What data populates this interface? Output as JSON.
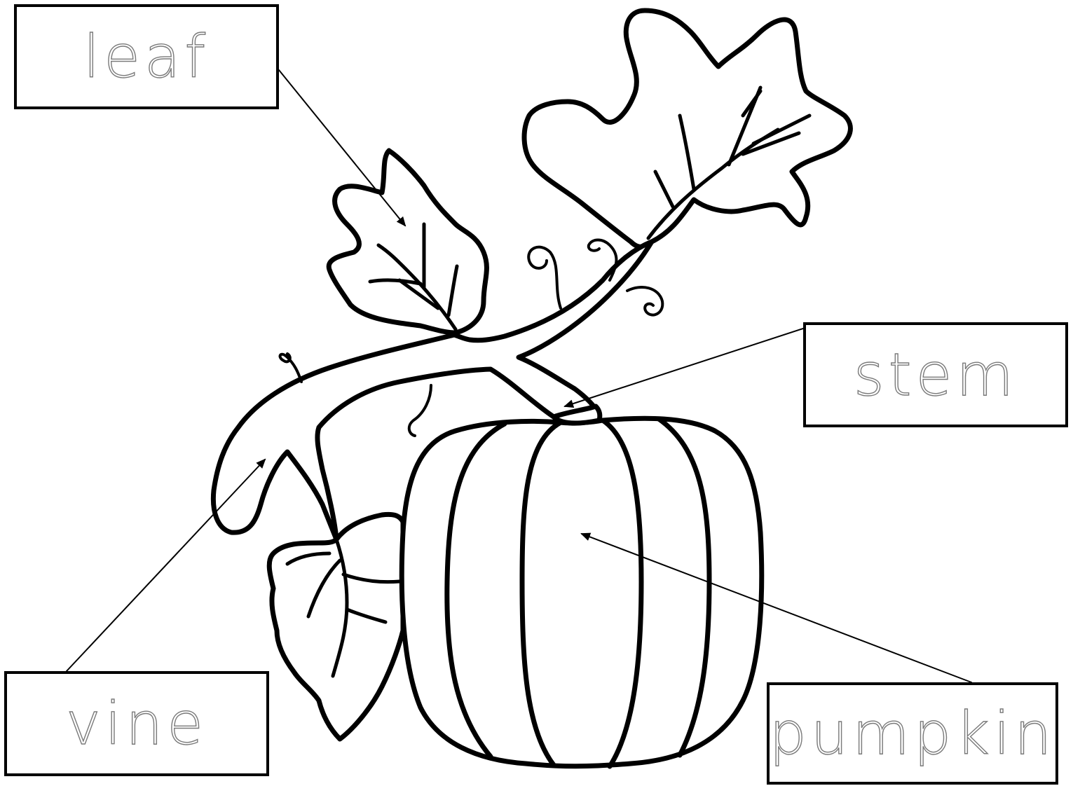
{
  "labels": {
    "leaf": "leaf",
    "stem": "stem",
    "vine": "vine",
    "pumpkin": "pumpkin"
  },
  "colors": {
    "outline": "#000000",
    "tracing_text": "#7a7a7a",
    "background": "#ffffff"
  }
}
